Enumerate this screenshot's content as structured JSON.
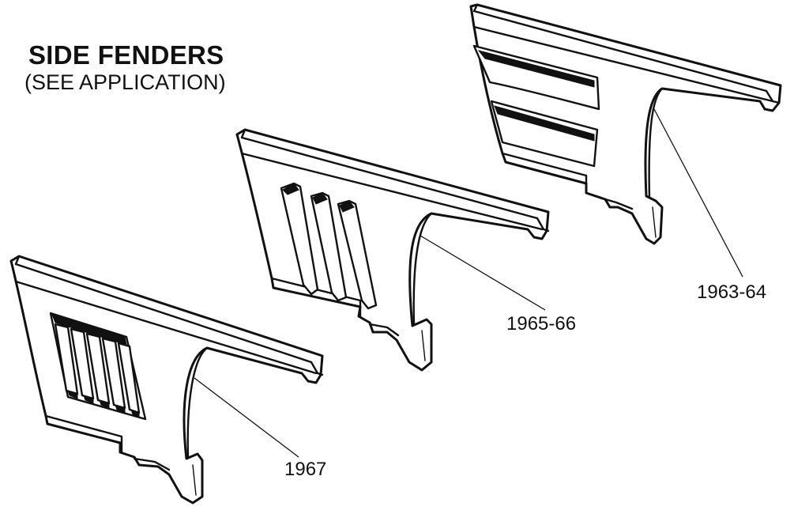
{
  "heading": {
    "title": "SIDE FENDERS",
    "subtitle": "(SEE APPLICATION)"
  },
  "parts": [
    {
      "id": "fender-1967",
      "label": "1967"
    },
    {
      "id": "fender-1965-66",
      "label": "1965-66"
    },
    {
      "id": "fender-1963-64",
      "label": "1963-64"
    }
  ],
  "colors": {
    "ink": "#111111",
    "background": "#ffffff"
  }
}
